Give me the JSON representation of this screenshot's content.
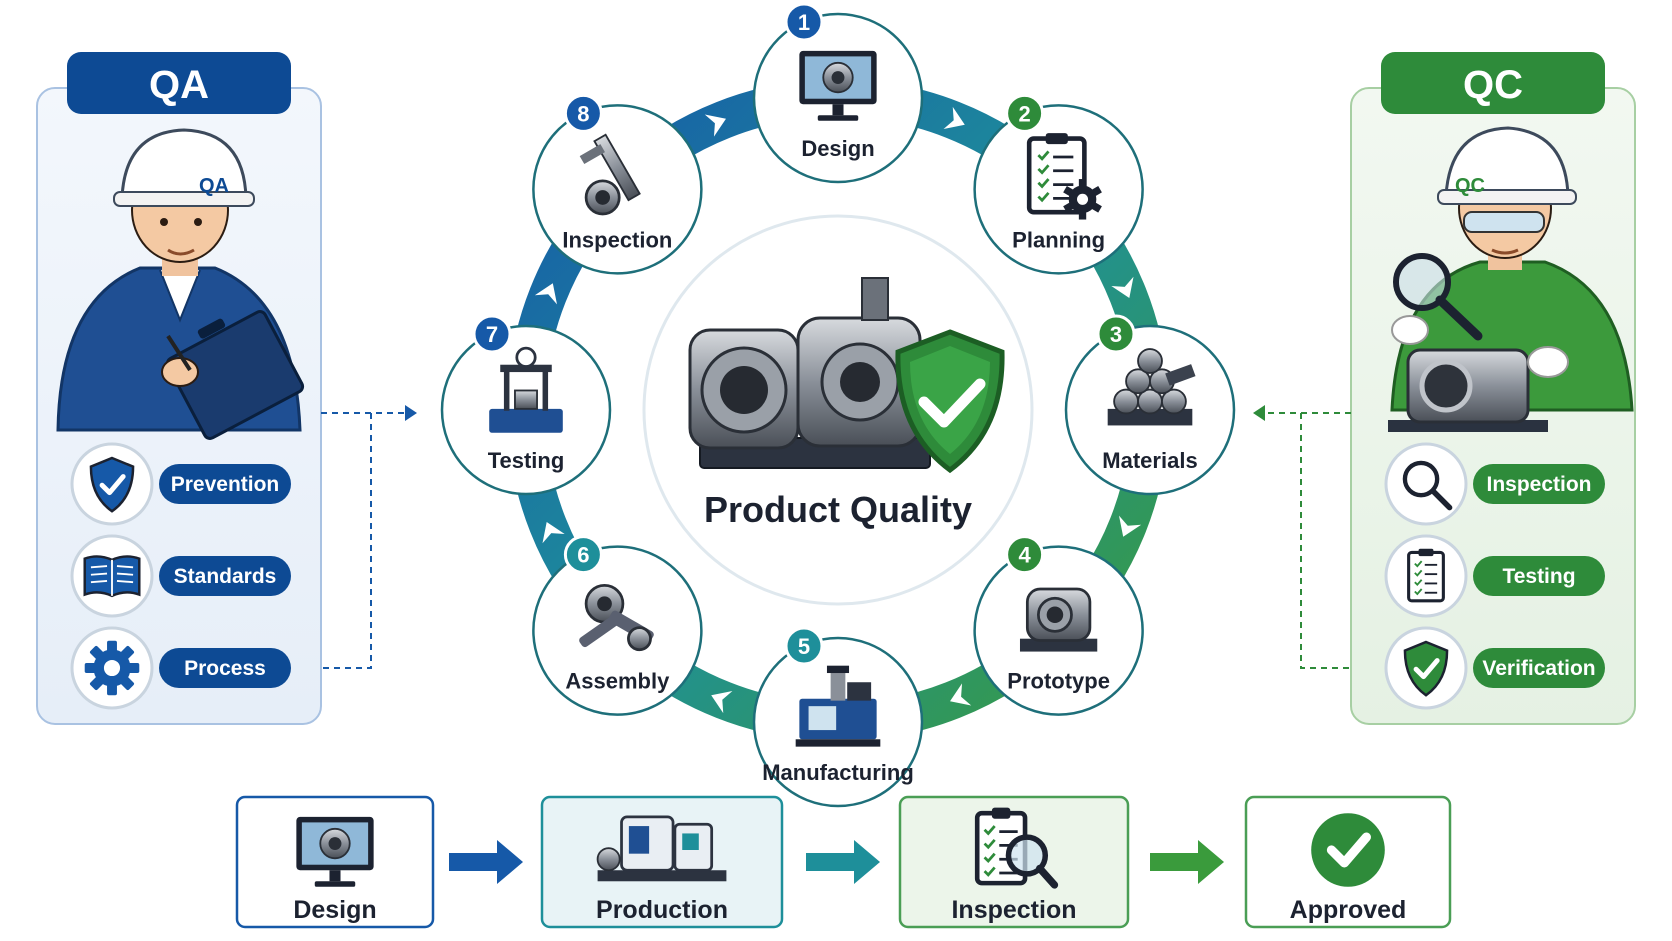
{
  "qa_panel": {
    "title": "QA",
    "helmet_text": "QA",
    "items": [
      {
        "label": "Prevention",
        "icon": "shield-check-icon"
      },
      {
        "label": "Standards",
        "icon": "open-book-icon"
      },
      {
        "label": "Process",
        "icon": "gear-icon"
      }
    ]
  },
  "qc_panel": {
    "title": "QC",
    "helmet_text": "QC",
    "items": [
      {
        "label": "Inspection",
        "icon": "magnifier-icon"
      },
      {
        "label": "Testing",
        "icon": "checklist-icon"
      },
      {
        "label": "Verification",
        "icon": "shield-check-icon"
      }
    ]
  },
  "cycle": {
    "center_label": "Product Quality",
    "steps": [
      {
        "number": "1",
        "label": "Design",
        "icon": "monitor-part-icon"
      },
      {
        "number": "2",
        "label": "Planning",
        "icon": "clipboard-gear-icon"
      },
      {
        "number": "3",
        "label": "Materials",
        "icon": "metal-bars-icon"
      },
      {
        "number": "4",
        "label": "Prototype",
        "icon": "pump-prototype-icon"
      },
      {
        "number": "5",
        "label": "Manufacturing",
        "icon": "cnc-machine-icon"
      },
      {
        "number": "6",
        "label": "Assembly",
        "icon": "assembly-parts-icon"
      },
      {
        "number": "7",
        "label": "Testing",
        "icon": "test-rig-icon"
      },
      {
        "number": "8",
        "label": "Inspection",
        "icon": "caliper-icon"
      }
    ]
  },
  "flow": {
    "steps": [
      {
        "label": "Design",
        "icon": "monitor-part-icon"
      },
      {
        "label": "Production",
        "icon": "machine-line-icon"
      },
      {
        "label": "Inspection",
        "icon": "checklist-magnifier-icon"
      },
      {
        "label": "Approved",
        "icon": "check-circle-icon"
      }
    ]
  },
  "colors": {
    "qa_blue": "#0d4a94",
    "qc_green": "#2e8b3a",
    "teal": "#1e8f9a",
    "dark": "#1c2230"
  }
}
